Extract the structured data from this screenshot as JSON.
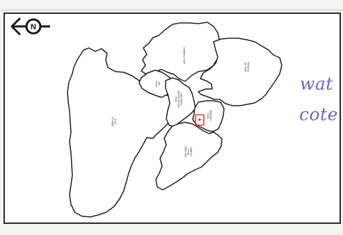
{
  "map": {
    "north_arrow": {
      "icon": "north-arrow-icon",
      "letter": "N"
    },
    "marker_color": "#e53935",
    "regions": [
      {
        "id": "west",
        "lines": [
          "ARMA LA",
          "VELA"
        ]
      },
      {
        "id": "north-center",
        "lines": [
          "AKAL TUMBALO"
        ]
      },
      {
        "id": "north-east",
        "lines": [
          "AKAL DE",
          "CHIKASA"
        ]
      },
      {
        "id": "central-small",
        "lines": [
          "AKAL",
          "HAL"
        ]
      },
      {
        "id": "central",
        "lines": [
          "AKAL",
          "SOLUM TAKABE",
          "SHANTIGEL"
        ]
      },
      {
        "id": "east-small",
        "lines": [
          "AKAL",
          "DUEKABA"
        ]
      },
      {
        "id": "south",
        "lines": [
          "SAN JUAN",
          "DE LA",
          "FLORES"
        ]
      }
    ]
  },
  "annotations": {
    "line1": "wat",
    "line2": "cote"
  }
}
